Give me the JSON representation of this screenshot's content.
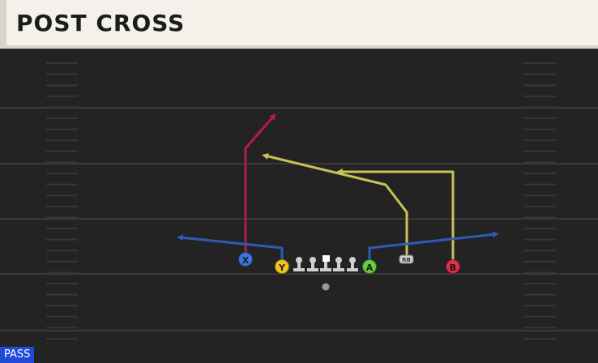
{
  "play": {
    "title": "POST CROSS",
    "type_badge": "PASS"
  },
  "colors": {
    "x_route": "#b51d40",
    "yellow_route": "#c8c353",
    "blue_route": "#2e5bb8",
    "x_player": "#3d78d8",
    "y_player": "#f1c528",
    "a_player": "#6cc84a",
    "b_player": "#d93349",
    "rb_player": "#cfcfcf",
    "linemen": "#cfcfcf",
    "center": "#ffffff",
    "badge_bg": "#1f4bd6"
  },
  "players": [
    {
      "id": "X",
      "label": "X",
      "color": "#3d78d8"
    },
    {
      "id": "Y",
      "label": "Y",
      "color": "#f1c528"
    },
    {
      "id": "A",
      "label": "A",
      "color": "#6cc84a"
    },
    {
      "id": "RB",
      "label": "RB",
      "color": "#cfcfcf"
    },
    {
      "id": "B",
      "label": "B",
      "color": "#d93349"
    }
  ]
}
